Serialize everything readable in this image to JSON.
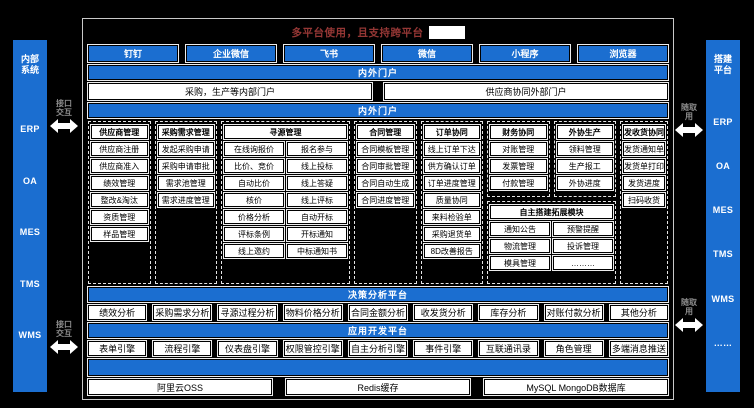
{
  "colors": {
    "accent_blue": "#1b6ed0",
    "title_red": "#953735",
    "box_bg": "#ffffff",
    "canvas": "#000000"
  },
  "header": {
    "title": "多平台使用，且支持跨平台"
  },
  "channels": [
    "钉钉",
    "企业微信",
    "飞书",
    "微信",
    "小程序",
    "浏览器"
  ],
  "portal": {
    "band_top": "内外门户",
    "boxes": [
      "采购，生产等内部门户",
      "供应商协同外部门户"
    ],
    "band_bottom": "内外门户"
  },
  "grid": {
    "groups": [
      {
        "title": "供应商管理",
        "items": [
          "供应商注册",
          "供应商准入",
          "绩效管理",
          "整改&淘汰",
          "资质管理",
          "样品管理"
        ]
      },
      {
        "title": "采购需求管理",
        "items": [
          "发起采购申请",
          "采购申请审批",
          "需求池管理",
          "需求进度管理"
        ]
      },
      {
        "title": "寻源管理",
        "items": [
          "在线询报价",
          "报名参与",
          "比价、竞价",
          "线上投标",
          "自动比价",
          "线上答疑",
          "核价",
          "线上评标",
          "价格分析",
          "自动开标",
          "评标条例",
          "开标通知",
          "线上邀约",
          "中标通知书"
        ]
      },
      {
        "title": "合同管理",
        "items": [
          "合同模板管理",
          "合同审批管理",
          "合同自动生成",
          "合同进度管理"
        ]
      },
      {
        "title": "订单协同",
        "items": [
          "线上订单下达",
          "供方确认订单",
          "订单进度管理",
          "质量协同",
          "来料检验单",
          "采购退货单",
          "8D改善报告"
        ]
      },
      {
        "title": "发收货协同",
        "items": [
          "发货通知单",
          "发货单打印",
          "发货进度",
          "扫码收货"
        ]
      },
      {
        "title": "财务协同",
        "items": [
          "对账管理",
          "发票管理",
          "付款管理"
        ]
      },
      {
        "title": "外协生产",
        "items": [
          "领料管理",
          "生产报工",
          "外协进度"
        ]
      },
      {
        "title": "自主搭建拓展模块",
        "items": [
          "通知公告",
          "预警提醒",
          "物流管理",
          "投诉管理",
          "模具管理",
          "………"
        ]
      }
    ]
  },
  "analytics": {
    "title": "决策分析平台",
    "items": [
      "绩效分析",
      "采购需求分析",
      "寻源过程分析",
      "物料价格分析",
      "合同金额分析",
      "收发货分析",
      "库存分析",
      "对账付款分析",
      "其他分析"
    ]
  },
  "appdev": {
    "title": "应用开发平台",
    "items": [
      "表单引擎",
      "流程引擎",
      "仪表盘引擎",
      "权限管控引擎",
      "自主分析引擎",
      "事件引擎",
      "互联通讯录",
      "角色管理",
      "多端消息推送"
    ]
  },
  "infra": {
    "items": [
      "阿里云OSS",
      "Redis缓存",
      "MySQL MongoDB数据库"
    ]
  },
  "left_rail": {
    "title": "内部系统",
    "items": [
      "ERP",
      "OA",
      "MES",
      "TMS",
      "WMS"
    ]
  },
  "right_rail": {
    "title": "搭建平台",
    "items": [
      "ERP",
      "OA",
      "MES",
      "TMS",
      "WMS",
      "……"
    ]
  },
  "connectors": {
    "left_label": "接口交互",
    "right_label": "随取用"
  }
}
